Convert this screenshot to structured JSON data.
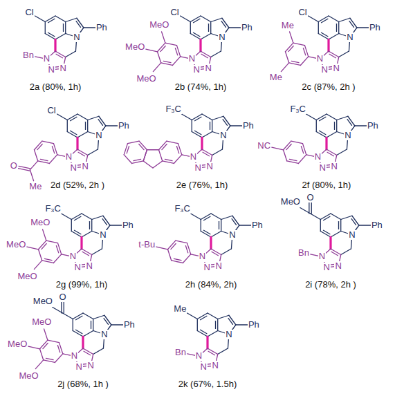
{
  "diagram": {
    "labels": [
      "Cl",
      "N",
      "Ph",
      "N",
      "N",
      "N",
      "Bn",
      "2a (80%, 1h)",
      "Cl",
      "N",
      "Ph",
      "N",
      "N",
      "N",
      "MeO",
      "MeO",
      "MeO",
      "2b (74%, 1h)",
      "Cl",
      "N",
      "Ph",
      "N",
      "N",
      "N",
      "Me",
      "Me",
      "2c (87%, 2h )",
      "Cl",
      "N",
      "Ph",
      "N",
      "N",
      "N",
      "O",
      "Me",
      "2d (52%, 2h )",
      "F₃C",
      "N",
      "Ph",
      "N",
      "N",
      "N",
      "2e (76%, 1h)",
      "F₃C",
      "N",
      "Ph",
      "N",
      "N",
      "N",
      "NC",
      "2f (80%, 1h)",
      "F₃C",
      "N",
      "Ph",
      "N",
      "N",
      "N",
      "MeO",
      "MeO",
      "MeO",
      "2g (99%, 1h)",
      "F₃C",
      "N",
      "Ph",
      "N",
      "N",
      "N",
      "t-Bu",
      "2h (84%, 2h)",
      "O",
      "MeO",
      "N",
      "Ph",
      "N",
      "N",
      "N",
      "Bn",
      "2i (78%, 2h )",
      "O",
      "MeO",
      "N",
      "Ph",
      "N",
      "N",
      "N",
      "MeO",
      "MeO",
      "MeO",
      "2j (68%, 1h )",
      "Me",
      "N",
      "Ph",
      "N",
      "N",
      "N",
      "Bn",
      "2k (67%, 1.5h)"
    ]
  }
}
